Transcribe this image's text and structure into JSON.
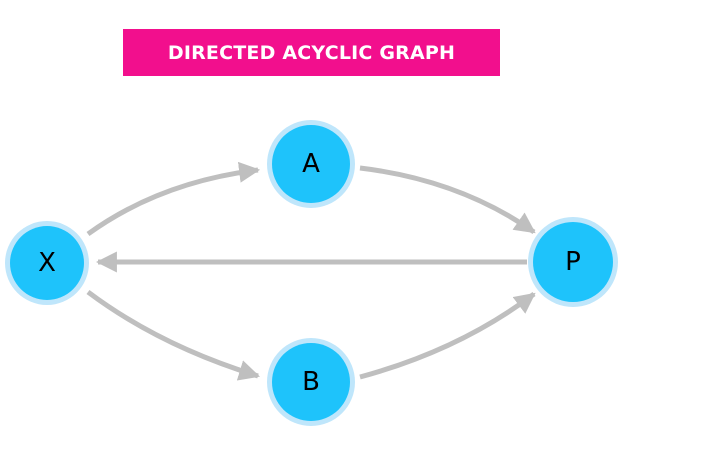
{
  "title": "DIRECTED ACYCLIC GRAPH",
  "colors": {
    "banner": "#f20f8d",
    "node_fill": "#1ec3fb",
    "node_ring": "#bfe6fb",
    "edge": "#bfbfbf"
  },
  "nodes": [
    {
      "id": "X",
      "label": "X"
    },
    {
      "id": "A",
      "label": "A"
    },
    {
      "id": "P",
      "label": "P"
    },
    {
      "id": "B",
      "label": "B"
    }
  ],
  "edges": [
    {
      "from": "X",
      "to": "A"
    },
    {
      "from": "A",
      "to": "P"
    },
    {
      "from": "P",
      "to": "X"
    },
    {
      "from": "X",
      "to": "B"
    },
    {
      "from": "B",
      "to": "P"
    }
  ]
}
